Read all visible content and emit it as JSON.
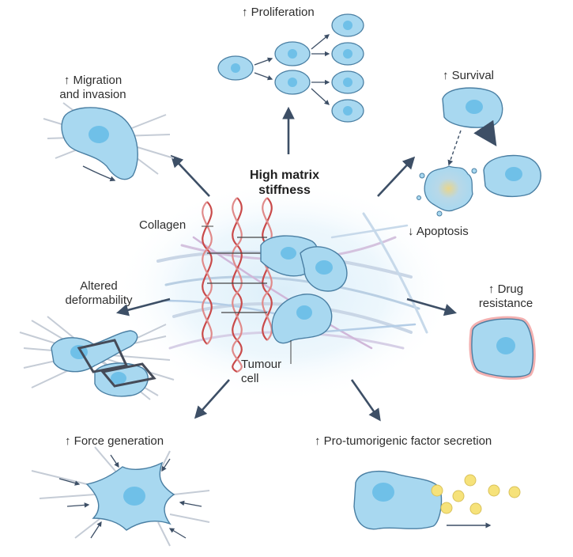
{
  "center": {
    "title_line1": "High matrix",
    "title_line2": "stiffness"
  },
  "labels": {
    "collagen": "Collagen",
    "tumour_line1": "Tumour",
    "tumour_line2": "cell",
    "proliferation": "↑ Proliferation",
    "survival": "↑ Survival",
    "apoptosis": "↓ Apoptosis",
    "migration_line1": "↑ Migration",
    "migration_line2": "and invasion",
    "deformability_line1": "Altered",
    "deformability_line2": "deformability",
    "drug_line1": "↑ Drug",
    "drug_line2": "resistance",
    "force": "↑ Force generation",
    "secretion": "↑ Pro-tumorigenic factor secretion"
  },
  "colors": {
    "cell_fill": "#a8d8f0",
    "cell_stroke": "#4a7fa3",
    "nucleus": "#6fc0e8",
    "arrow": "#3d4f66",
    "collagen": "#c94a4a",
    "factor": "#f6e27a"
  }
}
